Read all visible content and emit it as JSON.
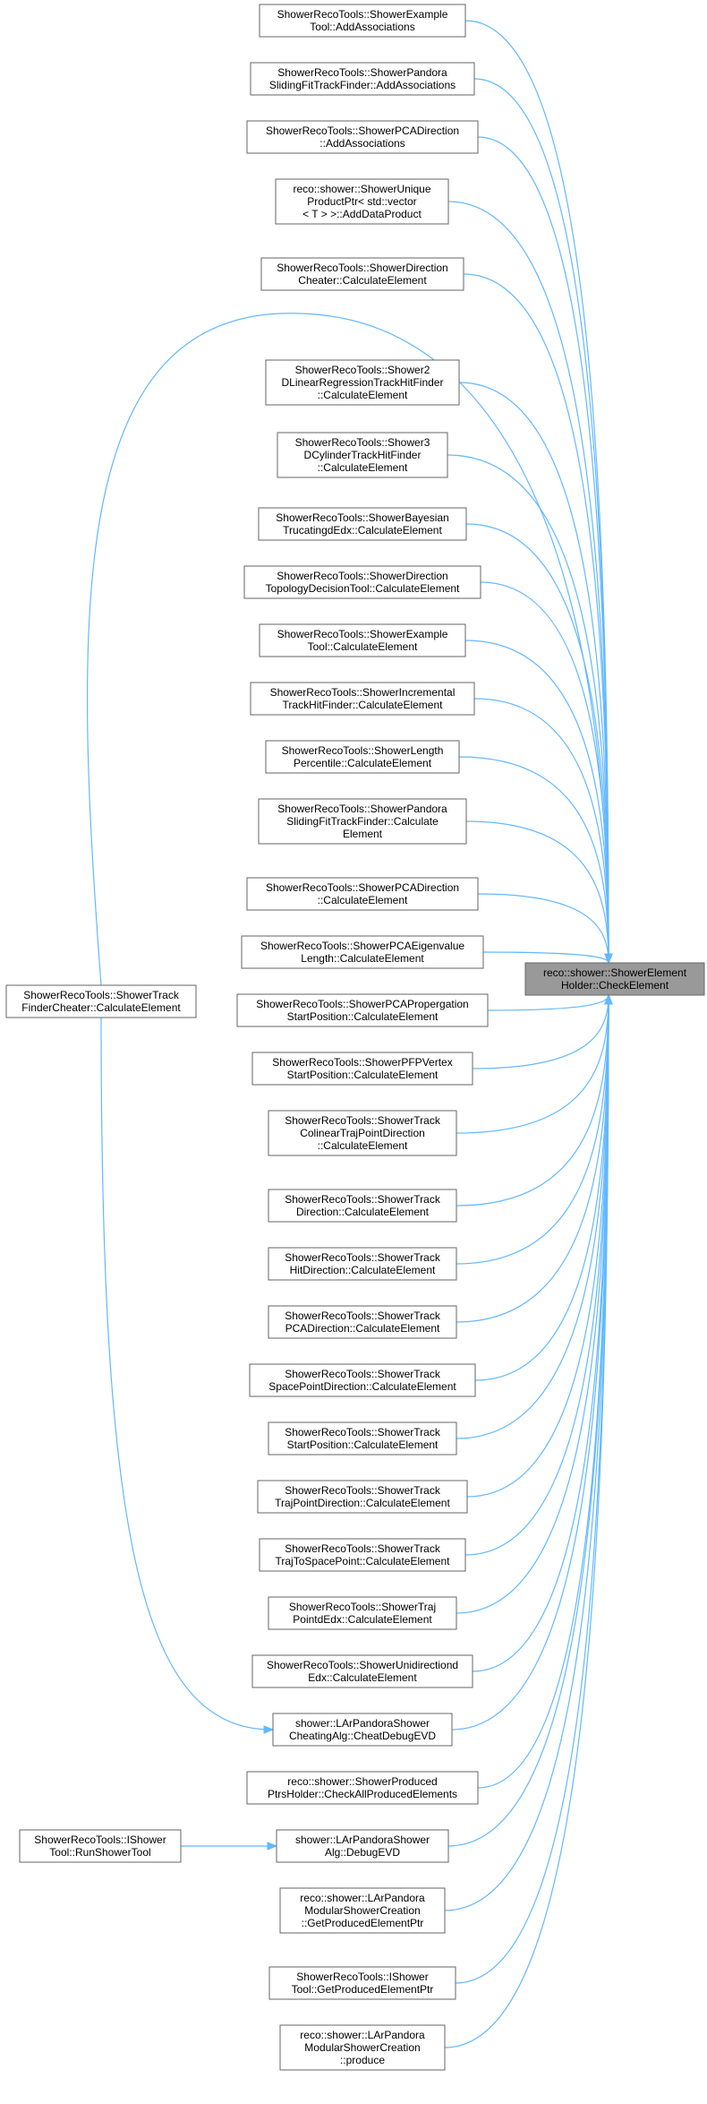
{
  "diagram": {
    "type": "call-graph",
    "edge_color": "#63b8ff",
    "node_border_color": "#666666",
    "focus_fill_color": "#999999",
    "target": {
      "id": "target",
      "lines": [
        "reco::shower::ShowerElement",
        "Holder::CheckElement"
      ]
    },
    "nodes": [
      {
        "id": "n1",
        "lines": [
          "ShowerRecoTools::ShowerExample",
          "Tool::AddAssociations"
        ]
      },
      {
        "id": "n2",
        "lines": [
          "ShowerRecoTools::ShowerPandora",
          "SlidingFitTrackFinder::AddAssociations"
        ]
      },
      {
        "id": "n3",
        "lines": [
          "ShowerRecoTools::ShowerPCADirection",
          "::AddAssociations"
        ]
      },
      {
        "id": "n4",
        "lines": [
          "reco::shower::ShowerUnique",
          "ProductPtr< std::vector",
          "< T > >::AddDataProduct"
        ]
      },
      {
        "id": "n5",
        "lines": [
          "ShowerRecoTools::ShowerDirection",
          "Cheater::CalculateElement"
        ]
      },
      {
        "id": "n6",
        "lines": [
          "ShowerRecoTools::Shower2",
          "DLinearRegressionTrackHitFinder",
          "::CalculateElement"
        ]
      },
      {
        "id": "n7",
        "lines": [
          "ShowerRecoTools::Shower3",
          "DCylinderTrackHitFinder",
          "::CalculateElement"
        ]
      },
      {
        "id": "n8",
        "lines": [
          "ShowerRecoTools::ShowerBayesian",
          "TrucatingdEdx::CalculateElement"
        ]
      },
      {
        "id": "n9",
        "lines": [
          "ShowerRecoTools::ShowerDirection",
          "TopologyDecisionTool::CalculateElement"
        ]
      },
      {
        "id": "n10",
        "lines": [
          "ShowerRecoTools::ShowerExample",
          "Tool::CalculateElement"
        ]
      },
      {
        "id": "n11",
        "lines": [
          "ShowerRecoTools::ShowerIncremental",
          "TrackHitFinder::CalculateElement"
        ]
      },
      {
        "id": "n12",
        "lines": [
          "ShowerRecoTools::ShowerLength",
          "Percentile::CalculateElement"
        ]
      },
      {
        "id": "n13",
        "lines": [
          "ShowerRecoTools::ShowerPandora",
          "SlidingFitTrackFinder::Calculate",
          "Element"
        ]
      },
      {
        "id": "n14",
        "lines": [
          "ShowerRecoTools::ShowerPCADirection",
          "::CalculateElement"
        ]
      },
      {
        "id": "n15",
        "lines": [
          "ShowerRecoTools::ShowerPCAEigenvalue",
          "Length::CalculateElement"
        ]
      },
      {
        "id": "n16",
        "lines": [
          "ShowerRecoTools::ShowerPCAPropergation",
          "StartPosition::CalculateElement"
        ]
      },
      {
        "id": "n17",
        "lines": [
          "ShowerRecoTools::ShowerPFPVertex",
          "StartPosition::CalculateElement"
        ]
      },
      {
        "id": "n18",
        "lines": [
          "ShowerRecoTools::ShowerTrack",
          "ColinearTrajPointDirection",
          "::CalculateElement"
        ]
      },
      {
        "id": "n19",
        "lines": [
          "ShowerRecoTools::ShowerTrack",
          "Direction::CalculateElement"
        ]
      },
      {
        "id": "n20",
        "lines": [
          "ShowerRecoTools::ShowerTrack",
          "HitDirection::CalculateElement"
        ]
      },
      {
        "id": "n21",
        "lines": [
          "ShowerRecoTools::ShowerTrack",
          "PCADirection::CalculateElement"
        ]
      },
      {
        "id": "n22",
        "lines": [
          "ShowerRecoTools::ShowerTrack",
          "SpacePointDirection::CalculateElement"
        ]
      },
      {
        "id": "n23",
        "lines": [
          "ShowerRecoTools::ShowerTrack",
          "StartPosition::CalculateElement"
        ]
      },
      {
        "id": "n24",
        "lines": [
          "ShowerRecoTools::ShowerTrack",
          "TrajPointDirection::CalculateElement"
        ]
      },
      {
        "id": "n25",
        "lines": [
          "ShowerRecoTools::ShowerTrack",
          "TrajToSpacePoint::CalculateElement"
        ]
      },
      {
        "id": "n26",
        "lines": [
          "ShowerRecoTools::ShowerTraj",
          "PointdEdx::CalculateElement"
        ]
      },
      {
        "id": "n27",
        "lines": [
          "ShowerRecoTools::ShowerUnidirectiond",
          "Edx::CalculateElement"
        ]
      },
      {
        "id": "n28",
        "lines": [
          "shower::LArPandoraShower",
          "CheatingAlg::CheatDebugEVD"
        ]
      },
      {
        "id": "n29",
        "lines": [
          "reco::shower::ShowerProduced",
          "PtrsHolder::CheckAllProducedElements"
        ]
      },
      {
        "id": "n30",
        "lines": [
          "shower::LArPandoraShower",
          "Alg::DebugEVD"
        ]
      },
      {
        "id": "n31",
        "lines": [
          "reco::shower::LArPandora",
          "ModularShowerCreation",
          "::GetProducedElementPtr"
        ]
      },
      {
        "id": "n32",
        "lines": [
          "ShowerRecoTools::IShower",
          "Tool::GetProducedElementPtr"
        ]
      },
      {
        "id": "n33",
        "lines": [
          "reco::shower::LArPandora",
          "ModularShowerCreation",
          "::produce"
        ]
      },
      {
        "id": "L1",
        "lines": [
          "ShowerRecoTools::ShowerTrack",
          "FinderCheater::CalculateElement"
        ]
      },
      {
        "id": "L2",
        "lines": [
          "ShowerRecoTools::IShower",
          "Tool::RunShowerTool"
        ]
      }
    ],
    "edges": [
      {
        "from": "n1",
        "to": "target"
      },
      {
        "from": "n2",
        "to": "target"
      },
      {
        "from": "n3",
        "to": "target"
      },
      {
        "from": "n4",
        "to": "target"
      },
      {
        "from": "n5",
        "to": "target"
      },
      {
        "from": "n6",
        "to": "target"
      },
      {
        "from": "n7",
        "to": "target"
      },
      {
        "from": "n8",
        "to": "target"
      },
      {
        "from": "n9",
        "to": "target"
      },
      {
        "from": "n10",
        "to": "target"
      },
      {
        "from": "n11",
        "to": "target"
      },
      {
        "from": "n12",
        "to": "target"
      },
      {
        "from": "n13",
        "to": "target"
      },
      {
        "from": "n14",
        "to": "target"
      },
      {
        "from": "n15",
        "to": "target"
      },
      {
        "from": "n16",
        "to": "target"
      },
      {
        "from": "n17",
        "to": "target"
      },
      {
        "from": "n18",
        "to": "target"
      },
      {
        "from": "n19",
        "to": "target"
      },
      {
        "from": "n20",
        "to": "target"
      },
      {
        "from": "n21",
        "to": "target"
      },
      {
        "from": "n22",
        "to": "target"
      },
      {
        "from": "n23",
        "to": "target"
      },
      {
        "from": "n24",
        "to": "target"
      },
      {
        "from": "n25",
        "to": "target"
      },
      {
        "from": "n26",
        "to": "target"
      },
      {
        "from": "n27",
        "to": "target"
      },
      {
        "from": "n28",
        "to": "target"
      },
      {
        "from": "n29",
        "to": "target"
      },
      {
        "from": "n30",
        "to": "target"
      },
      {
        "from": "n31",
        "to": "target"
      },
      {
        "from": "n32",
        "to": "target"
      },
      {
        "from": "n33",
        "to": "target"
      },
      {
        "from": "L1",
        "to": "target"
      },
      {
        "from": "L1",
        "to": "n28"
      },
      {
        "from": "L2",
        "to": "n30"
      }
    ]
  }
}
